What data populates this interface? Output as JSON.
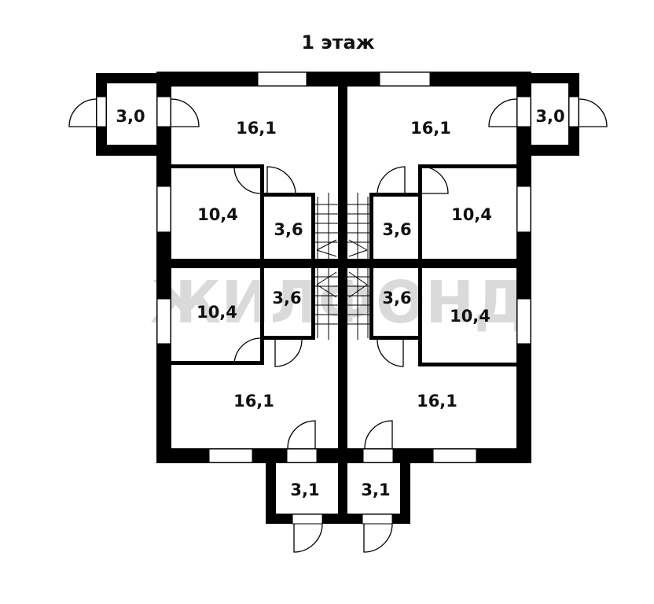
{
  "title": "1 этаж",
  "watermark": "ЖИЛФОНД",
  "rooms": {
    "vestibule_top_left": "3,0",
    "vestibule_top_right": "3,0",
    "hall_top_left": "16,1",
    "hall_top_right": "16,1",
    "room_upper_left": "10,4",
    "room_upper_right": "10,4",
    "bath_upper_left": "3,6",
    "bath_upper_right": "3,6",
    "bath_lower_left": "3,6",
    "bath_lower_right": "3,6",
    "room_lower_left": "10,4",
    "room_lower_right": "10,4",
    "hall_bottom_left": "16,1",
    "hall_bottom_right": "16,1",
    "vestibule_bottom_left": "3,1",
    "vestibule_bottom_right": "3,1"
  }
}
